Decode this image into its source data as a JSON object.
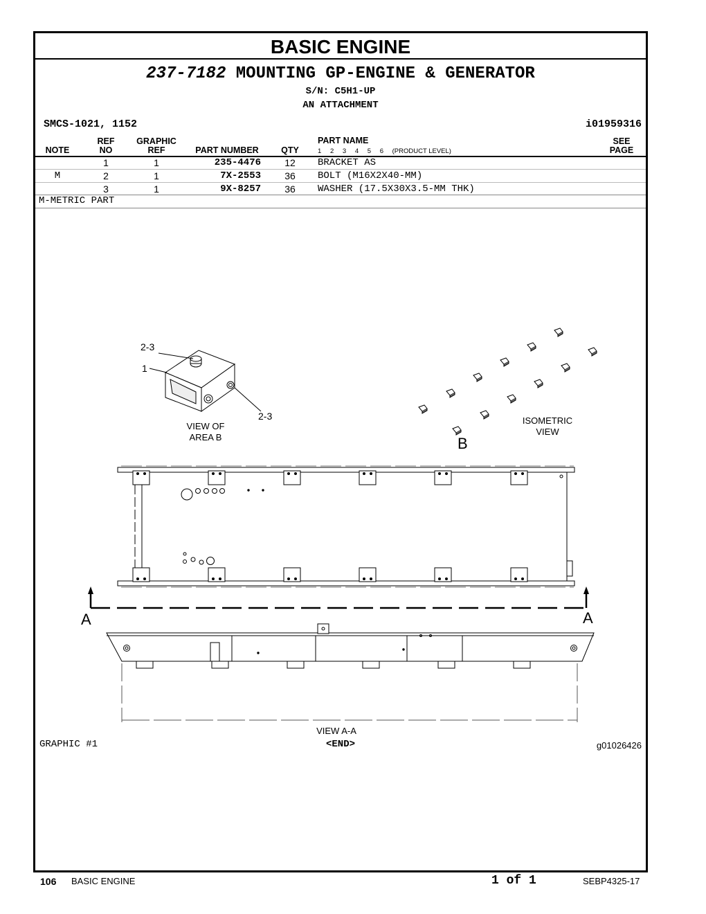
{
  "section_title": "BASIC ENGINE",
  "group": {
    "number": "237-7182",
    "name": "MOUNTING GP-ENGINE & GENERATOR",
    "serial": "S/N: C5H1-UP",
    "attachment": "AN ATTACHMENT"
  },
  "smcs": "SMCS-1021, 1152",
  "info_id": "i01959316",
  "table": {
    "headers": {
      "note": "NOTE",
      "ref_top": "REF",
      "ref_bottom": "NO",
      "graphic_top": "GRAPHIC",
      "graphic_bottom": "REF",
      "part_number": "PART NUMBER",
      "qty": "QTY",
      "part_name": "PART NAME",
      "see_top": "SEE",
      "see_bottom": "PAGE",
      "product_level_label": "(PRODUCT LEVEL)",
      "levels": [
        "1",
        "2",
        "3",
        "4",
        "5",
        "6"
      ]
    },
    "rows": [
      {
        "note": "",
        "ref": "1",
        "graphic": "1",
        "part_number": "235-4476",
        "qty": "12",
        "name": "BRACKET AS"
      },
      {
        "note": "M",
        "ref": "2",
        "graphic": "1",
        "part_number": "7X-2553",
        "qty": "36",
        "name": "BOLT (M16X2X40-MM)"
      },
      {
        "note": "",
        "ref": "3",
        "graphic": "1",
        "part_number": "9X-8257",
        "qty": "36",
        "name": "WASHER (17.5X30X3.5-MM THK)"
      }
    ]
  },
  "note_legend": "M-METRIC PART",
  "drawing": {
    "callout_23_top": "2-3",
    "callout_1": "1",
    "callout_23_bottom": "2-3",
    "view_area_b_line1": "VIEW OF",
    "view_area_b_line2": "AREA B",
    "iso_line1": "ISOMETRIC",
    "iso_line2": "VIEW",
    "label_b": "B",
    "label_a_left": "A",
    "label_a_right": "A",
    "view_aa": "VIEW  A-A"
  },
  "graphic_label": "GRAPHIC #1",
  "end_label": "<END>",
  "graphic_id": "g01026426",
  "footer": {
    "page_number": "106",
    "section": "BASIC ENGINE",
    "page_of": "1 of 1",
    "doc_id": "SEBP4325-17"
  }
}
